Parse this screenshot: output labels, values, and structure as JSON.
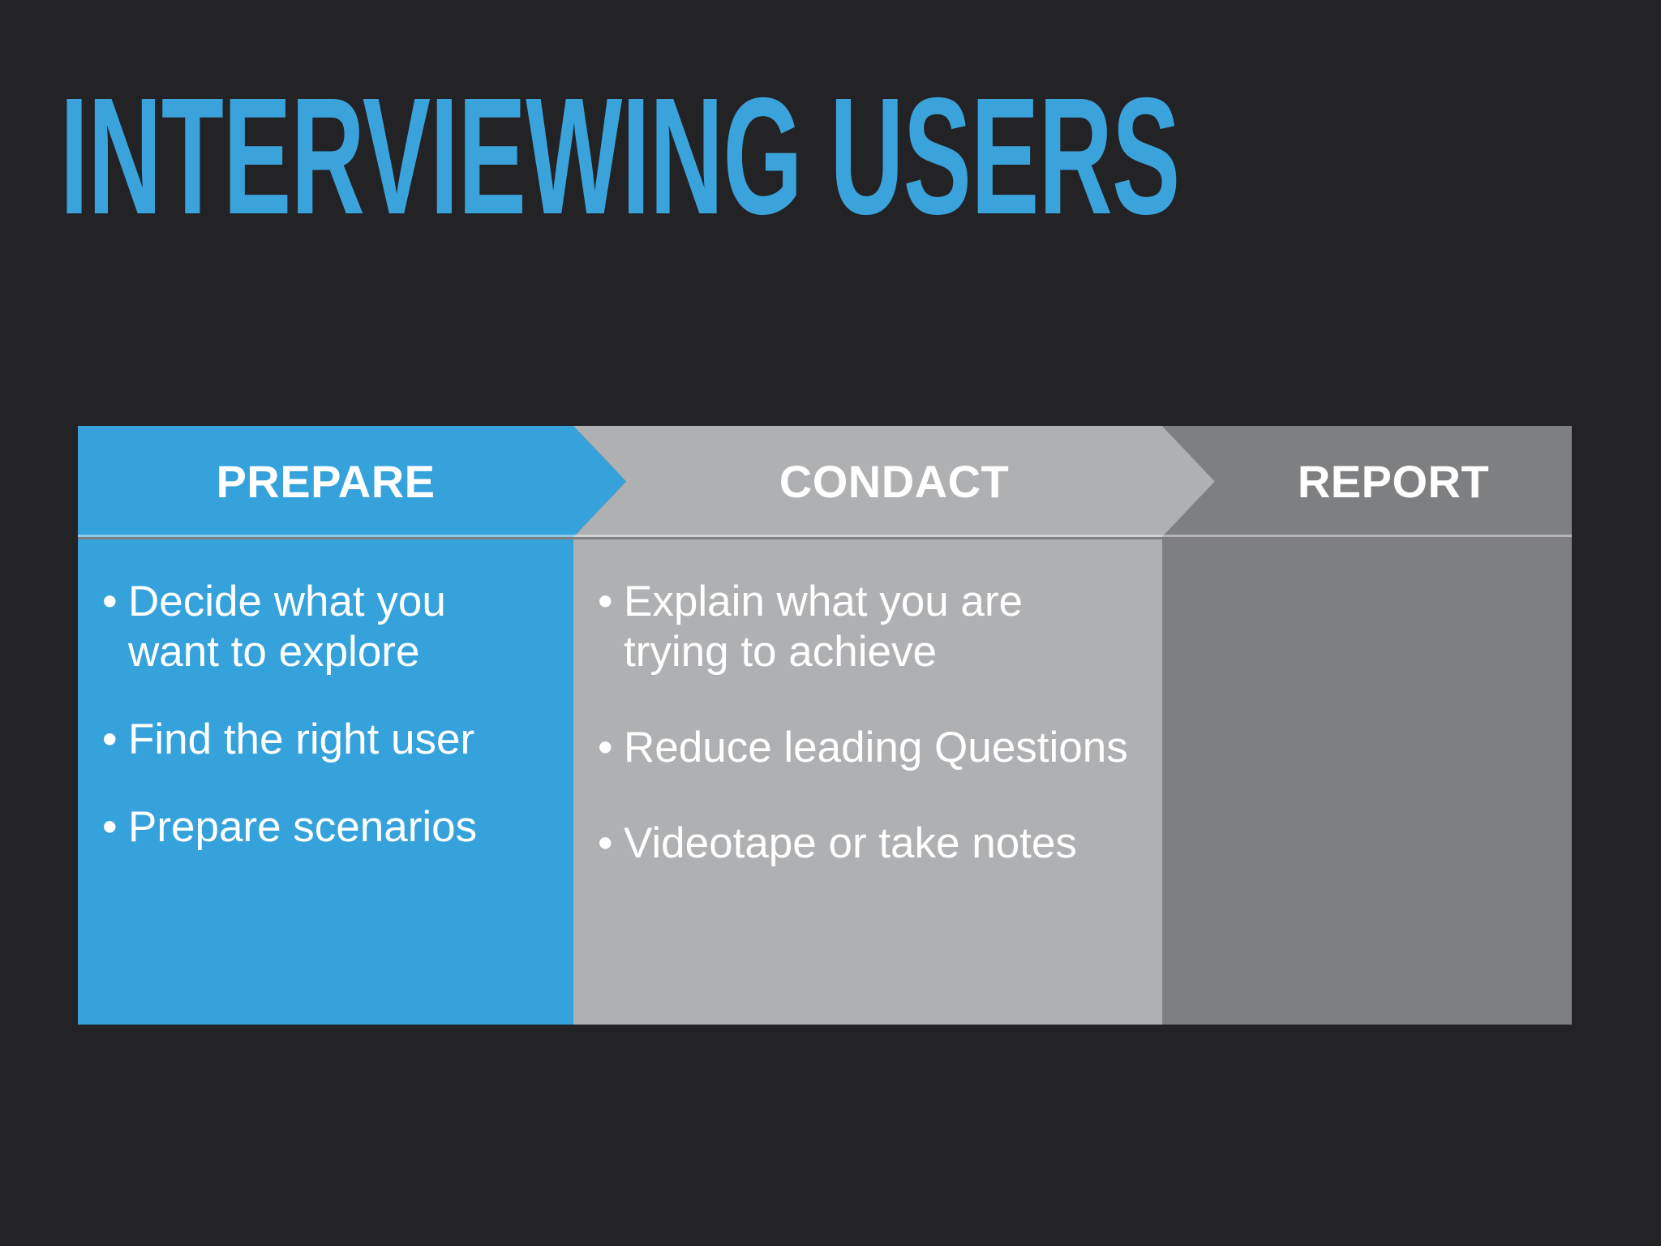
{
  "slide": {
    "title": "INTERVIEWING USERS",
    "background_color": "#232325",
    "accent_color": "#3BA3DC"
  },
  "diagram": {
    "type": "chevron-process",
    "bullet_glyph": "•",
    "stages": [
      {
        "id": "prepare",
        "header": "PREPARE",
        "color": "#35A2DB",
        "items": [
          "Decide what you want to explore",
          "Find the right user",
          "Prepare scenarios"
        ]
      },
      {
        "id": "conduct",
        "header": "CONDACT",
        "color": "#AFB0B2",
        "items": [
          "Explain what you are trying to achieve",
          "Reduce leading Questions",
          "Videotape or take notes"
        ]
      },
      {
        "id": "report",
        "header": "REPORT",
        "color": "#7E7F81",
        "items": []
      }
    ]
  }
}
